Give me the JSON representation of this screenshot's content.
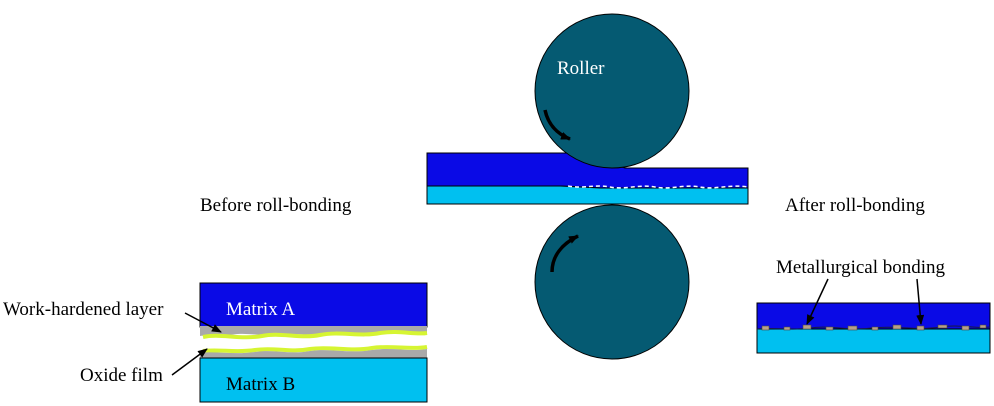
{
  "labels": {
    "roller": "Roller",
    "before": "Before roll-bonding",
    "after": "After roll-bonding",
    "matrix_a": "Matrix A",
    "matrix_b": "Matrix B",
    "work_hardened": "Work-hardened layer",
    "oxide_film": "Oxide film",
    "metallurgical": "Metallurgical bonding"
  },
  "colors": {
    "roller": "#055a72",
    "matrix_a": "#0a0ae6",
    "matrix_b": "#00c0f0",
    "work_hardened_layer": "#a9a9a9",
    "oxide_film": "#d6f532",
    "bond_particles": "#b8a088",
    "outline": "#000000"
  }
}
